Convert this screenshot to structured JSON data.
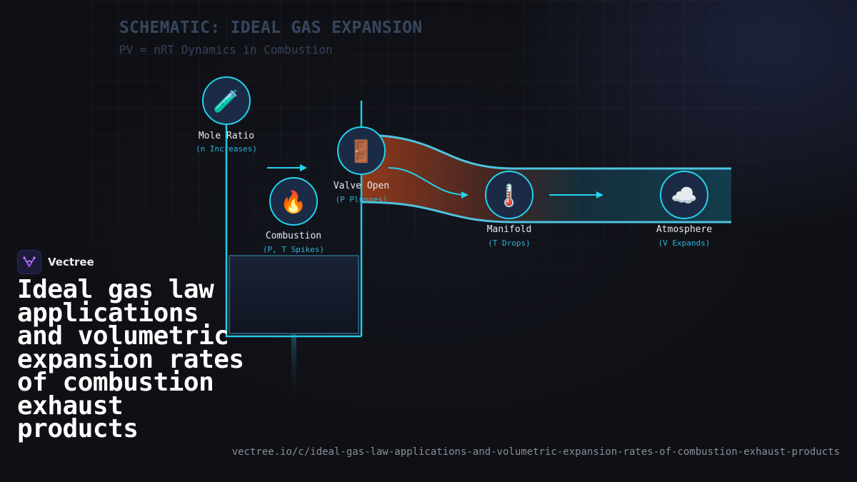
{
  "schematic": {
    "title": "SCHEMATIC: IDEAL GAS EXPANSION",
    "subtitle": "PV = nRT Dynamics in Combustion"
  },
  "nodes": [
    {
      "id": "mole-ratio",
      "icon": "test-tube-icon",
      "emoji": "🧪",
      "label": "Mole Ratio",
      "sub": "(n Increases)"
    },
    {
      "id": "combustion",
      "icon": "fire-icon",
      "emoji": "🔥",
      "label": "Combustion",
      "sub": "(P, T Spikes)"
    },
    {
      "id": "valve-open",
      "icon": "door-icon",
      "emoji": "🚪",
      "label": "Valve Open",
      "sub": "(P Plunges)"
    },
    {
      "id": "manifold",
      "icon": "thermometer-icon",
      "emoji": "🌡️",
      "label": "Manifold",
      "sub": "(T Drops)"
    },
    {
      "id": "atmosphere",
      "icon": "cloud-icon",
      "emoji": "☁️",
      "label": "Atmosphere",
      "sub": "(V Expands)"
    }
  ],
  "colors": {
    "accent": "#22d3ee",
    "node_fill": "#1b2a45",
    "flow_hot": "#a8401a",
    "flow_cool": "#134a5c",
    "brand_purple": "#9d5cf6"
  },
  "brand": {
    "name": "Vectree",
    "icon": "vectree-logo-icon"
  },
  "headline": "Ideal gas law applications and volumetric expansion rates of combustion exhaust products",
  "url": "vectree.io/c/ideal-gas-law-applications-and-volumetric-expansion-rates-of-combustion-exhaust-products"
}
